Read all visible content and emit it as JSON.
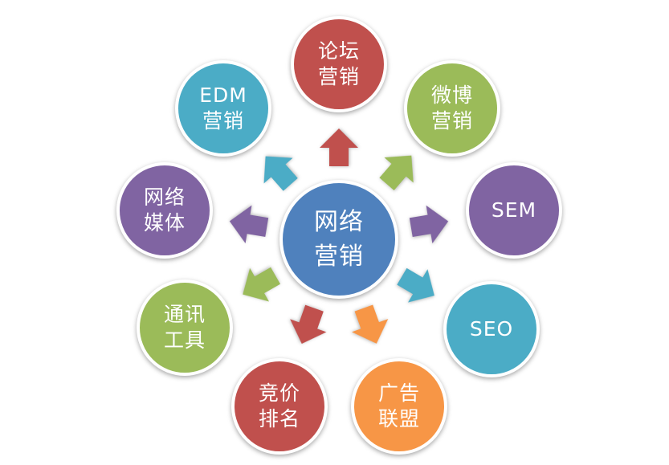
{
  "center": {
    "line1": "网络",
    "line2": "营销",
    "color": "#4F81BD"
  },
  "nodes": [
    {
      "id": "forum",
      "line1": "论坛",
      "line2": "营销",
      "color": "#C0504D"
    },
    {
      "id": "weibo",
      "line1": "微博",
      "line2": "营销",
      "color": "#9BBB59"
    },
    {
      "id": "sem",
      "line1": "SEM",
      "line2": "",
      "color": "#8064A2"
    },
    {
      "id": "seo",
      "line1": "SEO",
      "line2": "",
      "color": "#4BACC6"
    },
    {
      "id": "ad-alliance",
      "line1": "广告",
      "line2": "联盟",
      "color": "#F79646"
    },
    {
      "id": "bidding",
      "line1": "竞价",
      "line2": "排名",
      "color": "#C0504D"
    },
    {
      "id": "messaging",
      "line1": "通讯",
      "line2": "工具",
      "color": "#9BBB59"
    },
    {
      "id": "media",
      "line1": "网络",
      "line2": "媒体",
      "color": "#8064A2"
    },
    {
      "id": "edm",
      "line1": "EDM",
      "line2": "营销",
      "color": "#4BACC6"
    }
  ]
}
